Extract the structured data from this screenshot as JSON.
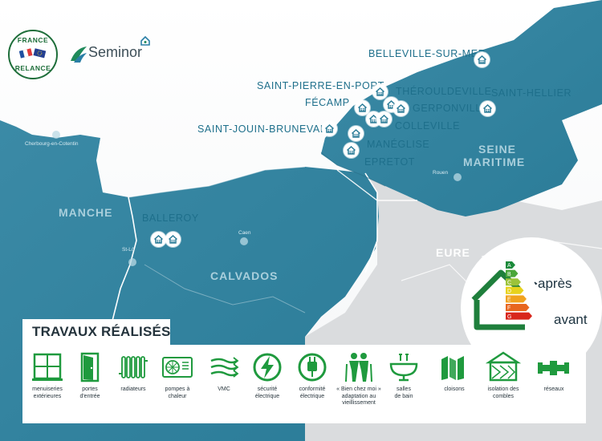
{
  "logos": {
    "france_relance": {
      "top": "FRANCE",
      "bottom": "RELANCE"
    },
    "seminor": "Seminor"
  },
  "regions": {
    "manche": "MANCHE",
    "calvados": "CALVADOS",
    "seine_maritime_1": "SEINE",
    "seine_maritime_2": "MARITIME",
    "eure": "EURE"
  },
  "cities": {
    "cherbourg": "Cherbourg-en-Cotentin",
    "st_lo": "St-Lô",
    "caen": "Caen",
    "rouen": "Rouen"
  },
  "towns": [
    "BELLEVILLE-SUR-MER",
    "SAINT-PIERRE-EN-PORT",
    "THÉROULDEVILLE",
    "SAINT-HELLIER",
    "FÉCAMP",
    "GERPONVILLE",
    "SAINT-JOUIN-BRUNEVAL",
    "COLLEVILLE",
    "MANÉGLISE",
    "EPRETOT",
    "BALLEROY"
  ],
  "energy_label": {
    "classes": [
      "A",
      "B",
      "C",
      "D",
      "E",
      "F",
      "G"
    ],
    "colors": [
      "#1b8a3a",
      "#4aa63a",
      "#9cc33a",
      "#e7d21c",
      "#f1a21e",
      "#e8661e",
      "#d8261c"
    ],
    "after": "après",
    "before": "avant"
  },
  "works": {
    "title": "TRAVAUX RÉALISÉS",
    "icon_color": "#1f9a3e",
    "items": [
      {
        "icon": "window-icon",
        "label": "menuiseries\nextérieures"
      },
      {
        "icon": "door-icon",
        "label": "portes\nd'entrée"
      },
      {
        "icon": "radiator-icon",
        "label": "radiateurs"
      },
      {
        "icon": "heat-pump-icon",
        "label": "pompes à\nchaleur"
      },
      {
        "icon": "ventilation-icon",
        "label": "VMC"
      },
      {
        "icon": "lightning-icon",
        "label": "sécurité\nélectrique"
      },
      {
        "icon": "plug-icon",
        "label": "conformité\nélectrique"
      },
      {
        "icon": "elderly-icon",
        "label": "« Bien chez moi »\nadaptation au\nvieillissement"
      },
      {
        "icon": "sink-icon",
        "label": "salles\nde bain"
      },
      {
        "icon": "partition-icon",
        "label": "cloisons"
      },
      {
        "icon": "insulation-icon",
        "label": "isolation des\ncombles"
      },
      {
        "icon": "pipes-icon",
        "label": "réseaux"
      }
    ]
  }
}
